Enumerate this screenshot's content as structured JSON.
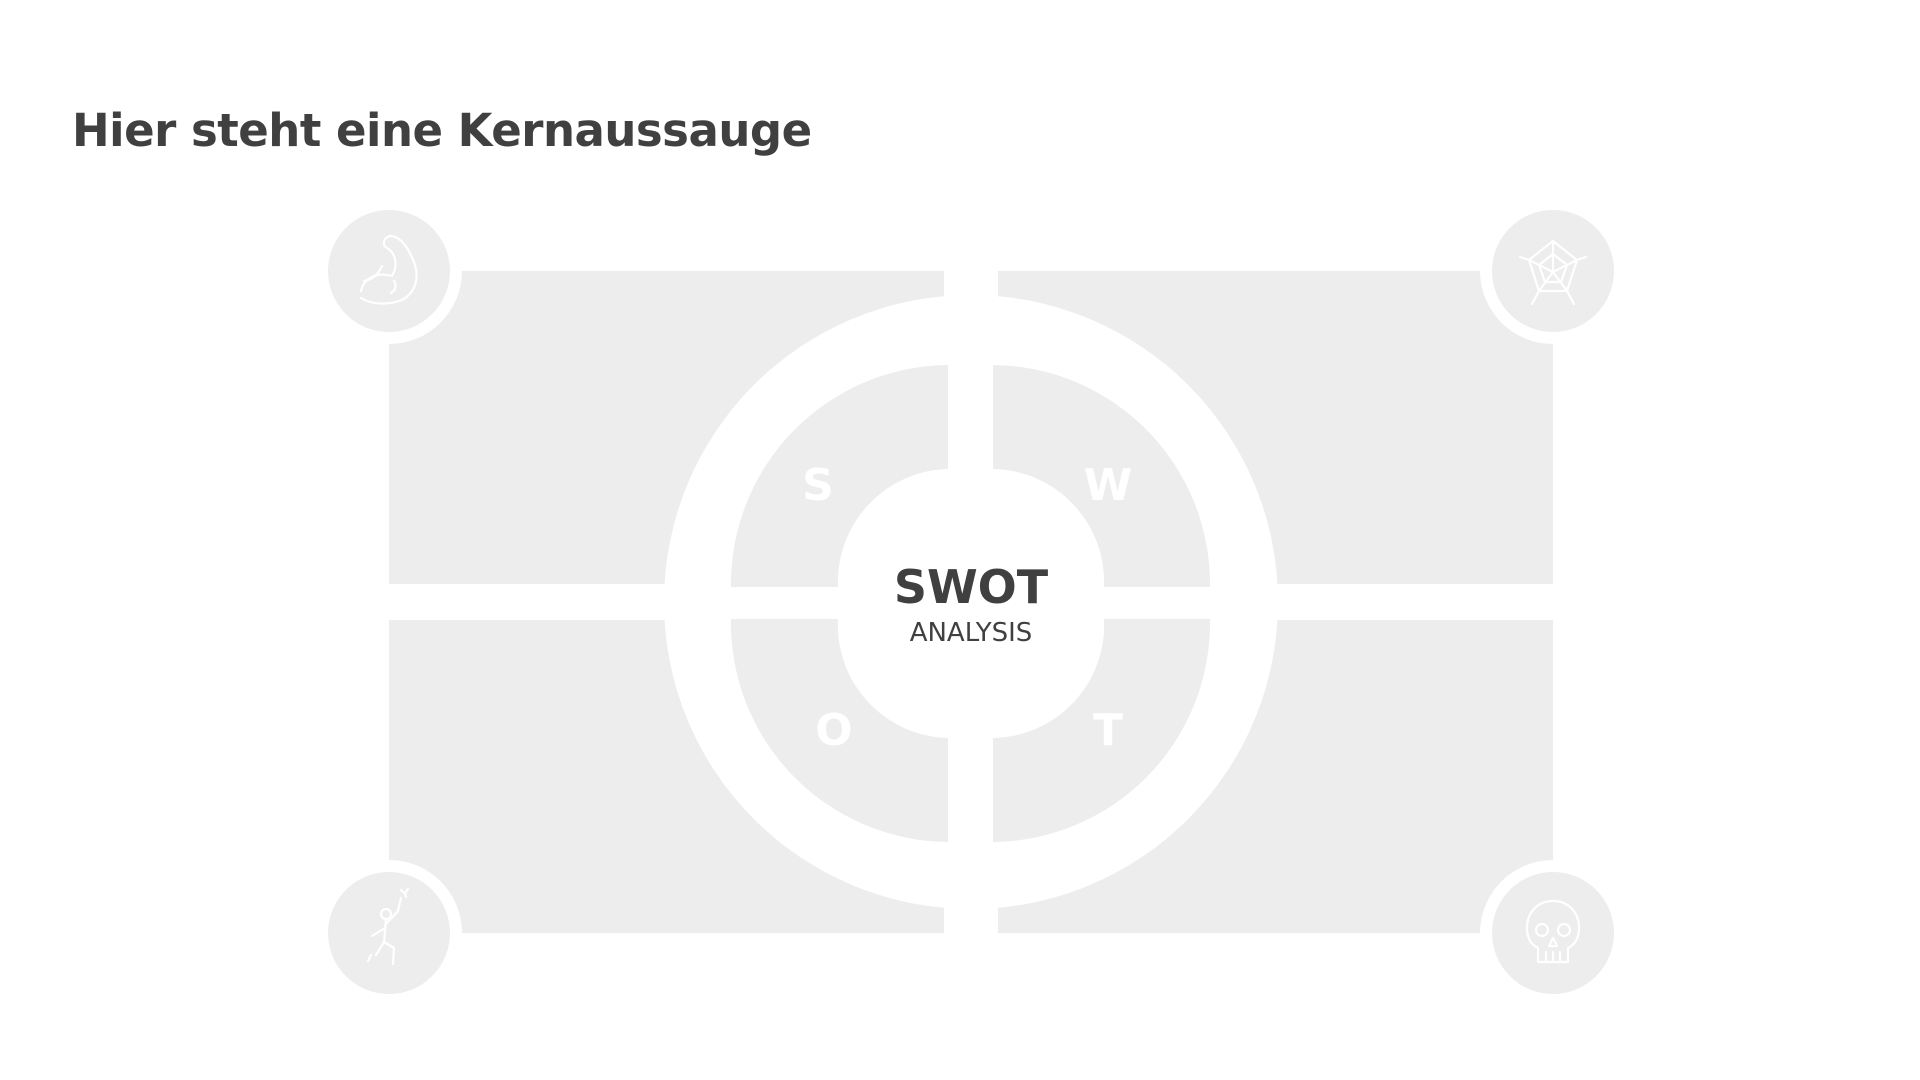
{
  "slide": {
    "title": "Hier steht eine Kernaussauge"
  },
  "swot": {
    "center_title": "SWOT",
    "center_subtitle": "ANALYSIS",
    "quadrants": [
      {
        "letter": "S",
        "icon": "flexed-arm-icon"
      },
      {
        "letter": "W",
        "icon": "spider-web-icon"
      },
      {
        "letter": "O",
        "icon": "reaching-person-icon"
      },
      {
        "letter": "T",
        "icon": "skull-icon"
      }
    ]
  },
  "colors": {
    "panel": "#ededed",
    "text": "#404040",
    "background": "#ffffff"
  }
}
